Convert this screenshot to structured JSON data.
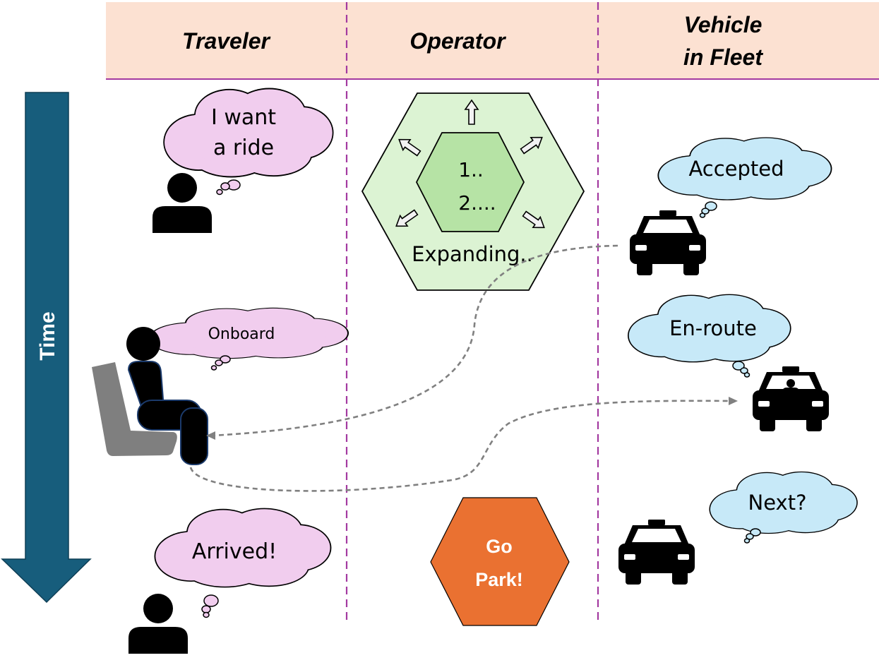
{
  "header": {
    "col1": "Traveler",
    "col2": "Operator",
    "col3_line1": "Vehicle",
    "col3_line2": "in Fleet"
  },
  "time_label": "Time",
  "traveler": {
    "thought1_line1": "I want",
    "thought1_line2": "a ride",
    "thought2": "Onboard",
    "thought3": "Arrived!"
  },
  "operator": {
    "inner_line1": "1..",
    "inner_line2": "2....",
    "outer_label": "Expanding..",
    "go_park_line1": "Go",
    "go_park_line2": "Park!"
  },
  "vehicle": {
    "thought1": "Accepted",
    "thought2": "En-route",
    "thought3": "Next?"
  },
  "colors": {
    "header_bg": "#fce1d2",
    "divider": "#a33aa0",
    "time_arrow": "#175d7c",
    "traveler_cloud": "#f1cdee",
    "vehicle_cloud": "#c7e9f8",
    "hex_outer": "#dcf3d3",
    "hex_inner": "#b6e3a5",
    "go_park": "#ea7131",
    "seat": "#7f7f7f"
  }
}
